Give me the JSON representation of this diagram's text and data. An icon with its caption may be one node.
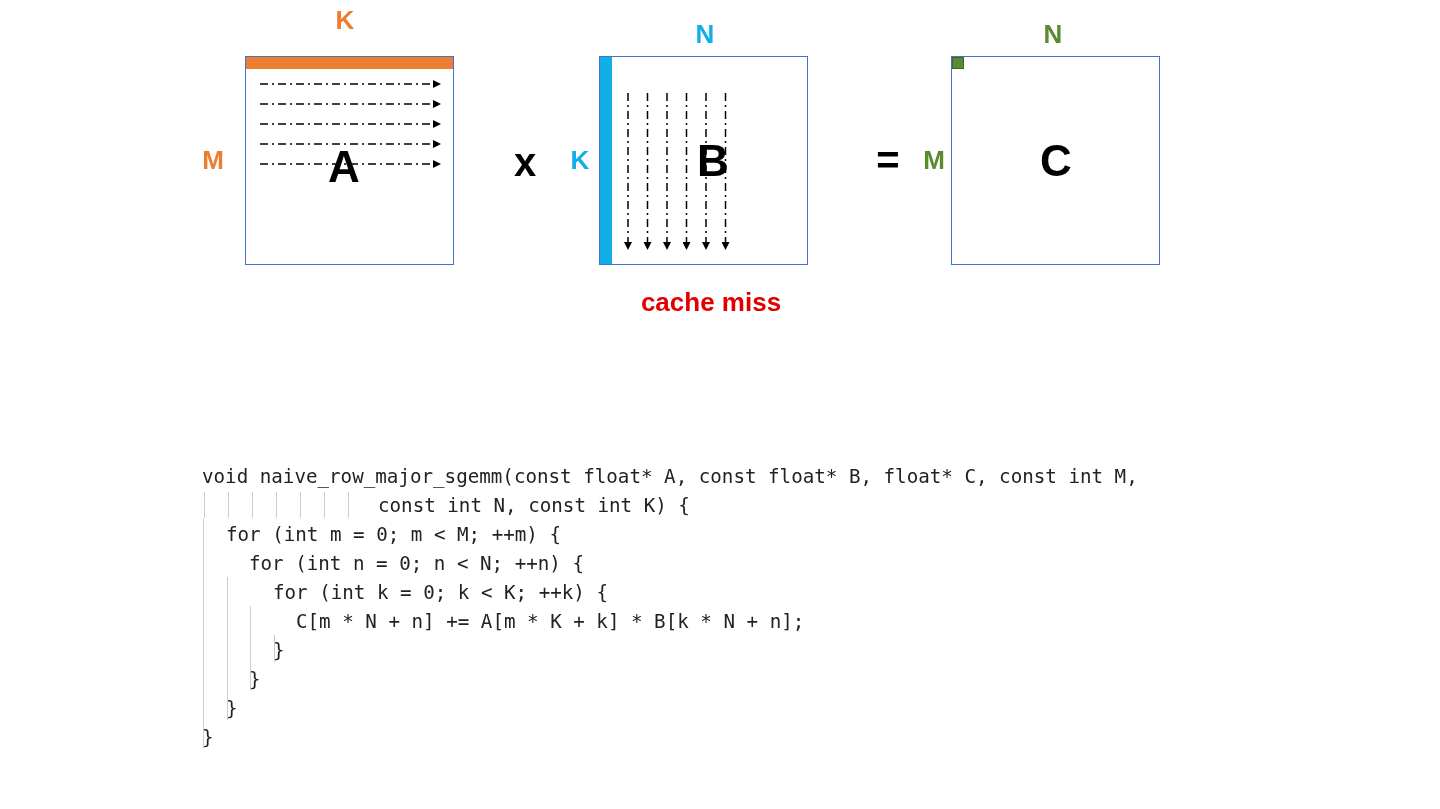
{
  "diagram": {
    "nodes": [
      {
        "text": [
          "A"
        ],
        "beside": [
          "K",
          "M"
        ]
      },
      {
        "text": [
          "B"
        ],
        "beside": [
          "N",
          "K"
        ]
      },
      {
        "text": [
          "C"
        ],
        "beside": [
          "N",
          "M"
        ]
      }
    ],
    "edges": [],
    "labels": [
      "x",
      "=",
      "cache miss",
      "void naive_row_major_sgemm(const float* A, const float* B, float* C, const int M,",
      "const int N, const int K) {",
      "for (int m = 0; m < M; ++m) {",
      "for (int n = 0; n < N; ++n) {",
      "for (int k = 0; k < K; ++k) {",
      "C[m * N + n] += A[m * K + k] * B[k * N + n];",
      "}",
      "}",
      "}",
      "}"
    ]
  }
}
